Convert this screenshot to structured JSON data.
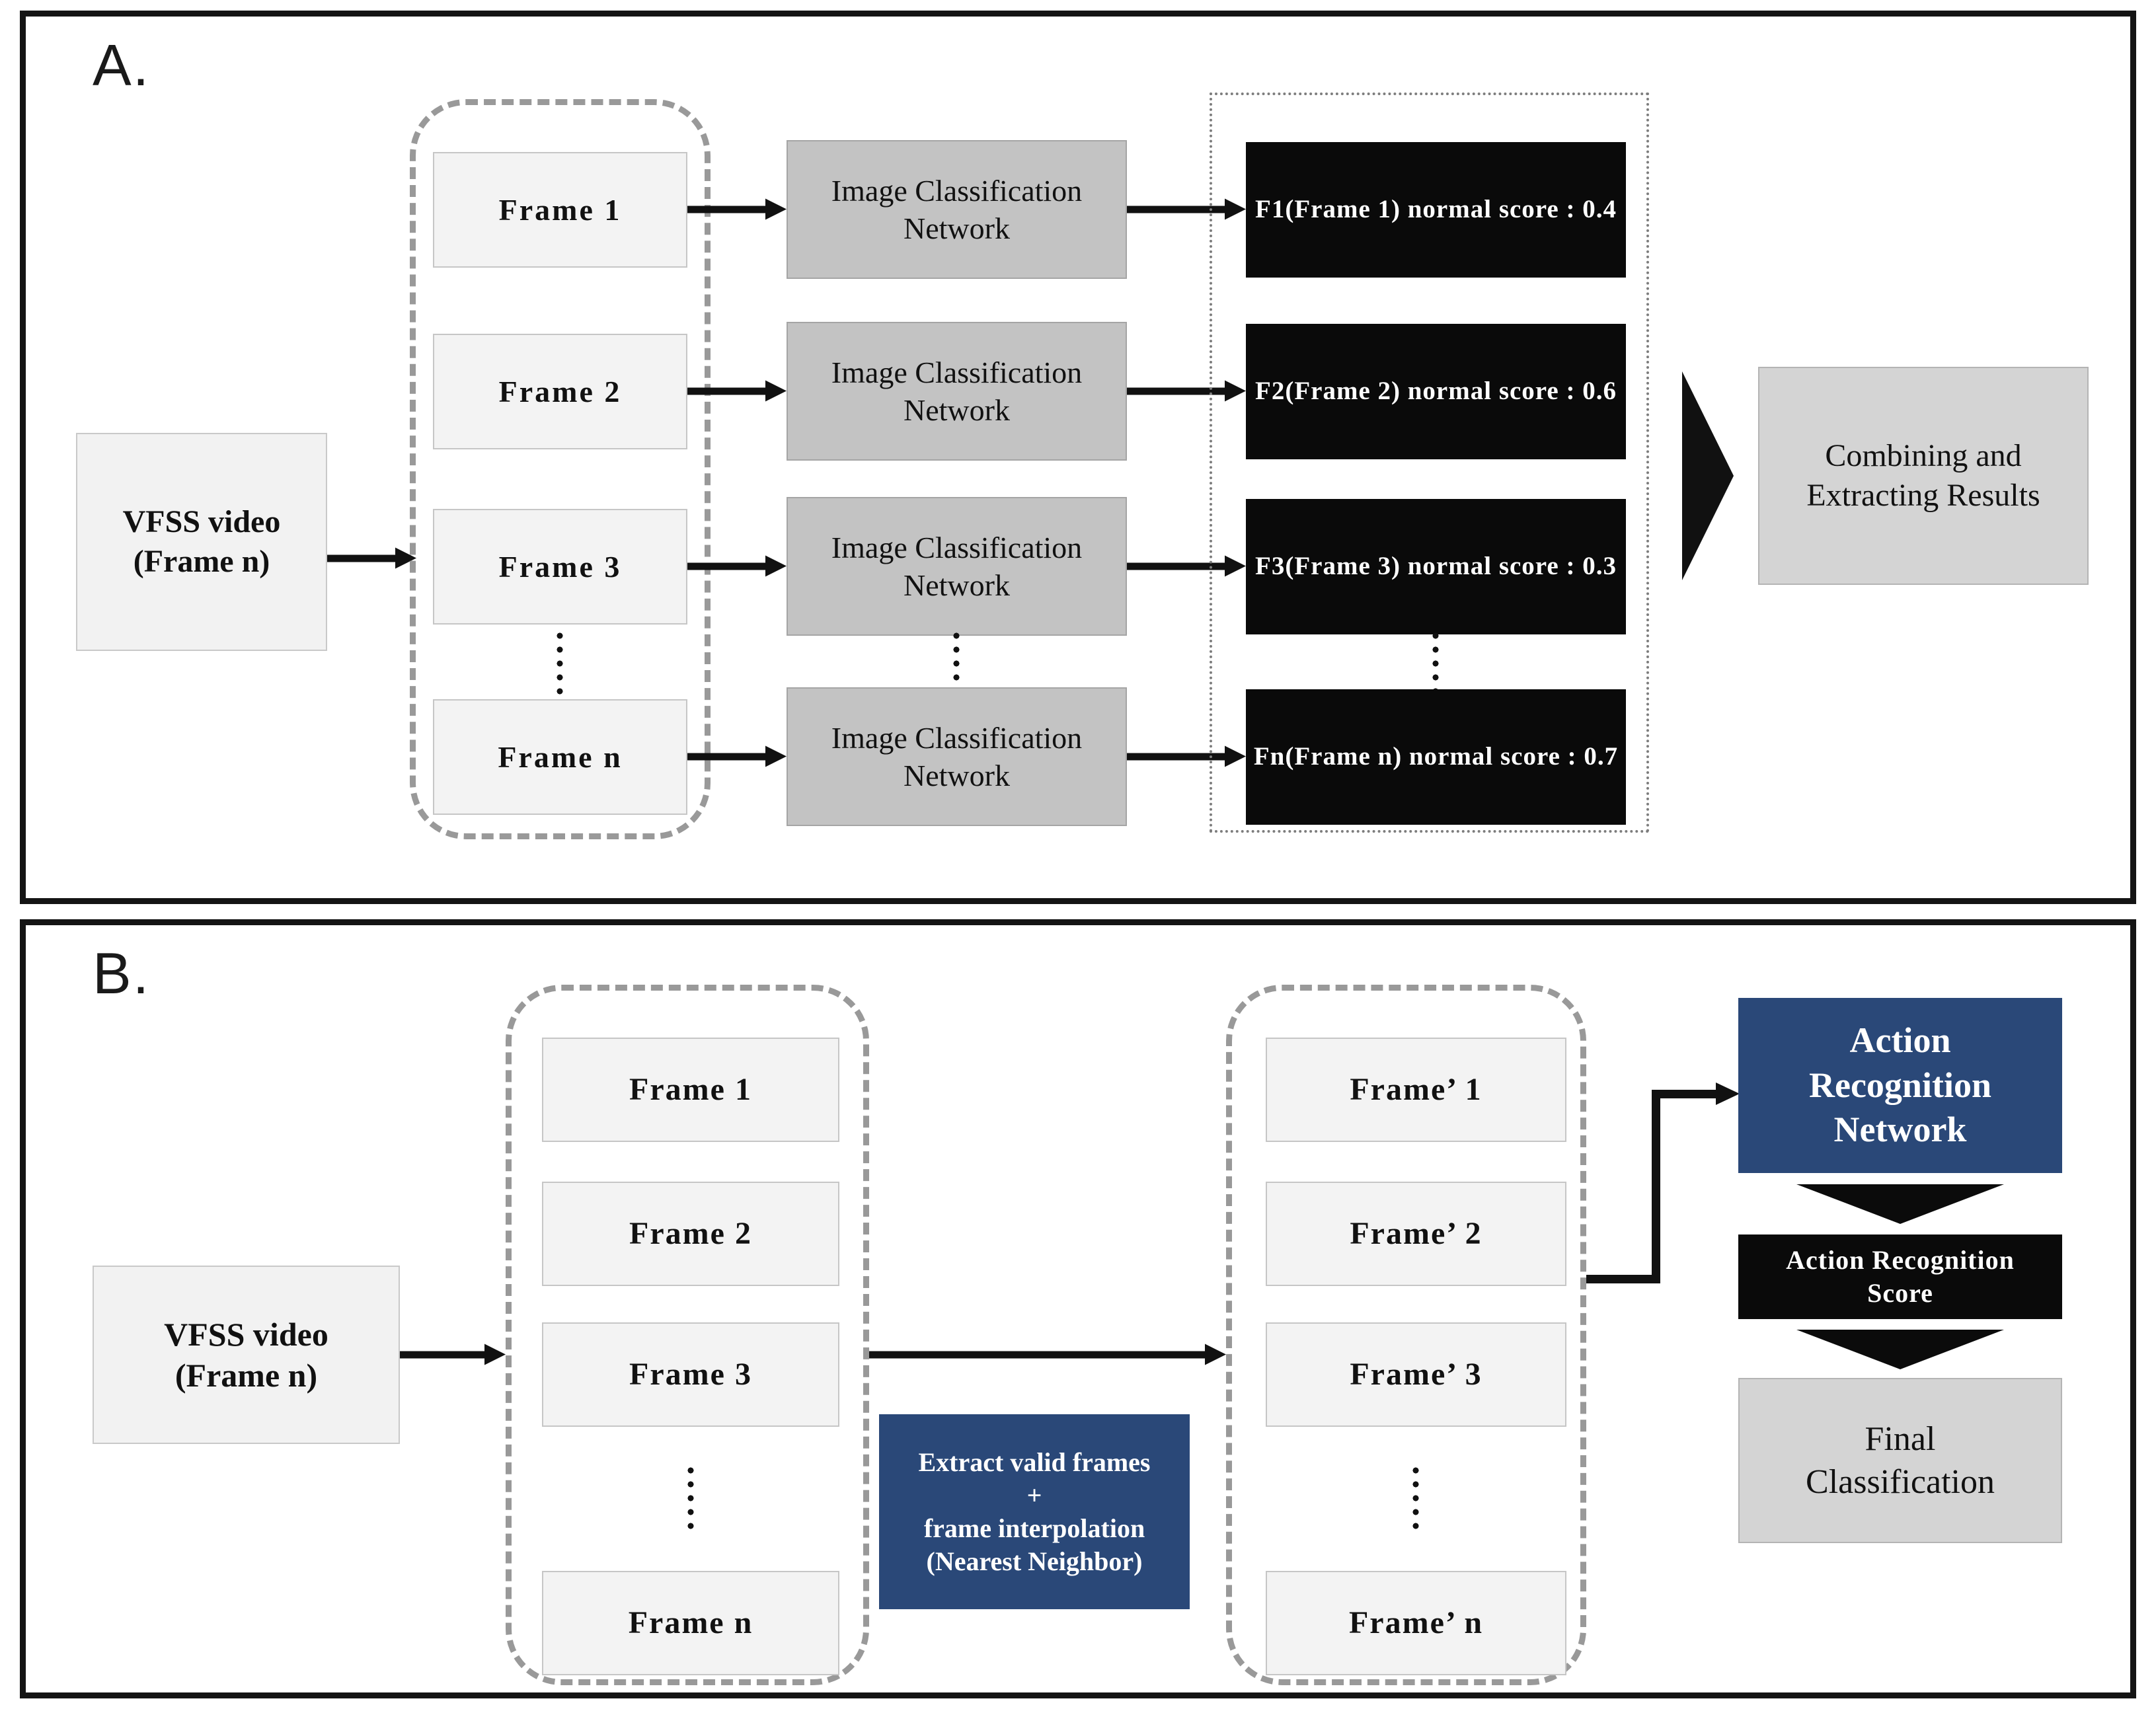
{
  "panel_a": {
    "label": "A.",
    "source": {
      "line1": "VFSS video",
      "line2": "(Frame n)"
    },
    "frames": [
      "Frame 1",
      "Frame 2",
      "Frame 3",
      "Frame n"
    ],
    "classifier": {
      "line1": "Image Classification",
      "line2": "Network"
    },
    "scores": [
      "F1(Frame 1) normal score : 0.4",
      "F2(Frame 2) normal score : 0.6",
      "F3(Frame 3) normal score : 0.3",
      "Fn(Frame n) normal score : 0.7"
    ],
    "result": {
      "line1": "Combining and",
      "line2": "Extracting Results"
    }
  },
  "panel_b": {
    "label": "B.",
    "source": {
      "line1": "VFSS video",
      "line2": "(Frame n)"
    },
    "frames_input": [
      "Frame 1",
      "Frame 2",
      "Frame 3",
      "Frame n"
    ],
    "process": {
      "line1": "Extract valid frames",
      "line2": "+",
      "line3": "frame interpolation",
      "line4": "(Nearest Neighbor)"
    },
    "frames_interpolated": [
      "Frame’ 1",
      "Frame’ 2",
      "Frame’ 3",
      "Frame’ n"
    ],
    "network": {
      "line1": "Action",
      "line2": "Recognition",
      "line3": "Network"
    },
    "score": {
      "line1": "Action Recognition",
      "line2": "Score"
    },
    "final": {
      "line1": "Final",
      "line2": "Classification"
    }
  },
  "colors": {
    "panel_border": "#141414",
    "navy": "#2a4878",
    "black_box": "#0a0a0a",
    "network_gray": "#c3c3c3",
    "result_gray": "#d4d4d4",
    "frame_fill": "#f3f3f3",
    "dash_gray": "#999999"
  }
}
